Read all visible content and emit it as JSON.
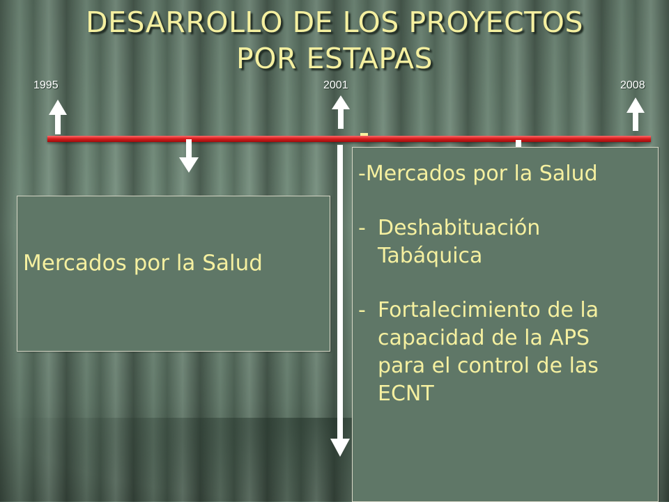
{
  "title": {
    "line1": "DESARROLLO DE LOS PROYECTOS",
    "line2": "POR ESTAPAS"
  },
  "timeline": {
    "years": [
      "1995",
      "2001",
      "2008"
    ],
    "color": "#d41b1b"
  },
  "stages": [
    {
      "text": "Mercados por la Salud"
    },
    {
      "items": [
        {
          "prefix": "-",
          "text": "Mercados por la Salud"
        },
        {
          "prefix": "- ",
          "line1": "Deshabituación",
          "line2": "Tabáquica"
        },
        {
          "prefix": "- ",
          "line1": "Fortalecimiento de la",
          "line2": "capacidad de la APS",
          "line3": "para el control de las",
          "line4": "ECNT"
        }
      ]
    }
  ],
  "colors": {
    "text": "#f5f0a0",
    "box": "#5f7767",
    "arrows": "#ffffff"
  }
}
